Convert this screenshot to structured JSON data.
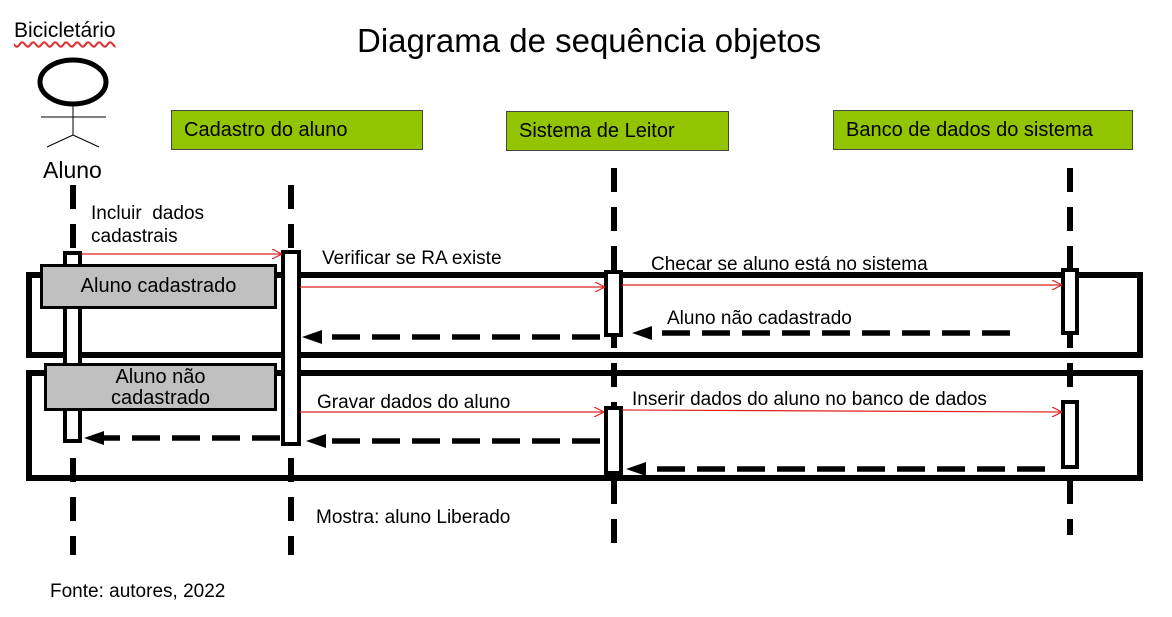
{
  "title": "Diagrama de sequência objetos",
  "corner_label": "Bicicletário",
  "actor": {
    "label": "Aluno"
  },
  "objects": [
    {
      "label": "Cadastro do aluno"
    },
    {
      "label": "Sistema de Leitor"
    },
    {
      "label": "Banco de dados do sistema"
    }
  ],
  "messages": {
    "m1": "Incluir  dados\ncadastrais",
    "m2": "Verificar se RA existe",
    "m3": "Checar  se aluno está no sistema",
    "m4": "Aluno não cadastrado",
    "m5": "Gravar dados do aluno",
    "m6": "Inserir dados do aluno no banco de dados",
    "m7": "Mostra: aluno  Liberado"
  },
  "fragments": [
    {
      "label": "Aluno cadastrado"
    },
    {
      "label": "Aluno não\ncadastrado"
    }
  ],
  "footer": "Fonte: autores, 2022",
  "colors": {
    "object_fill": "#92c500",
    "message_arrow": "#e02020",
    "fragment_label_fill": "#c0c0c0"
  }
}
